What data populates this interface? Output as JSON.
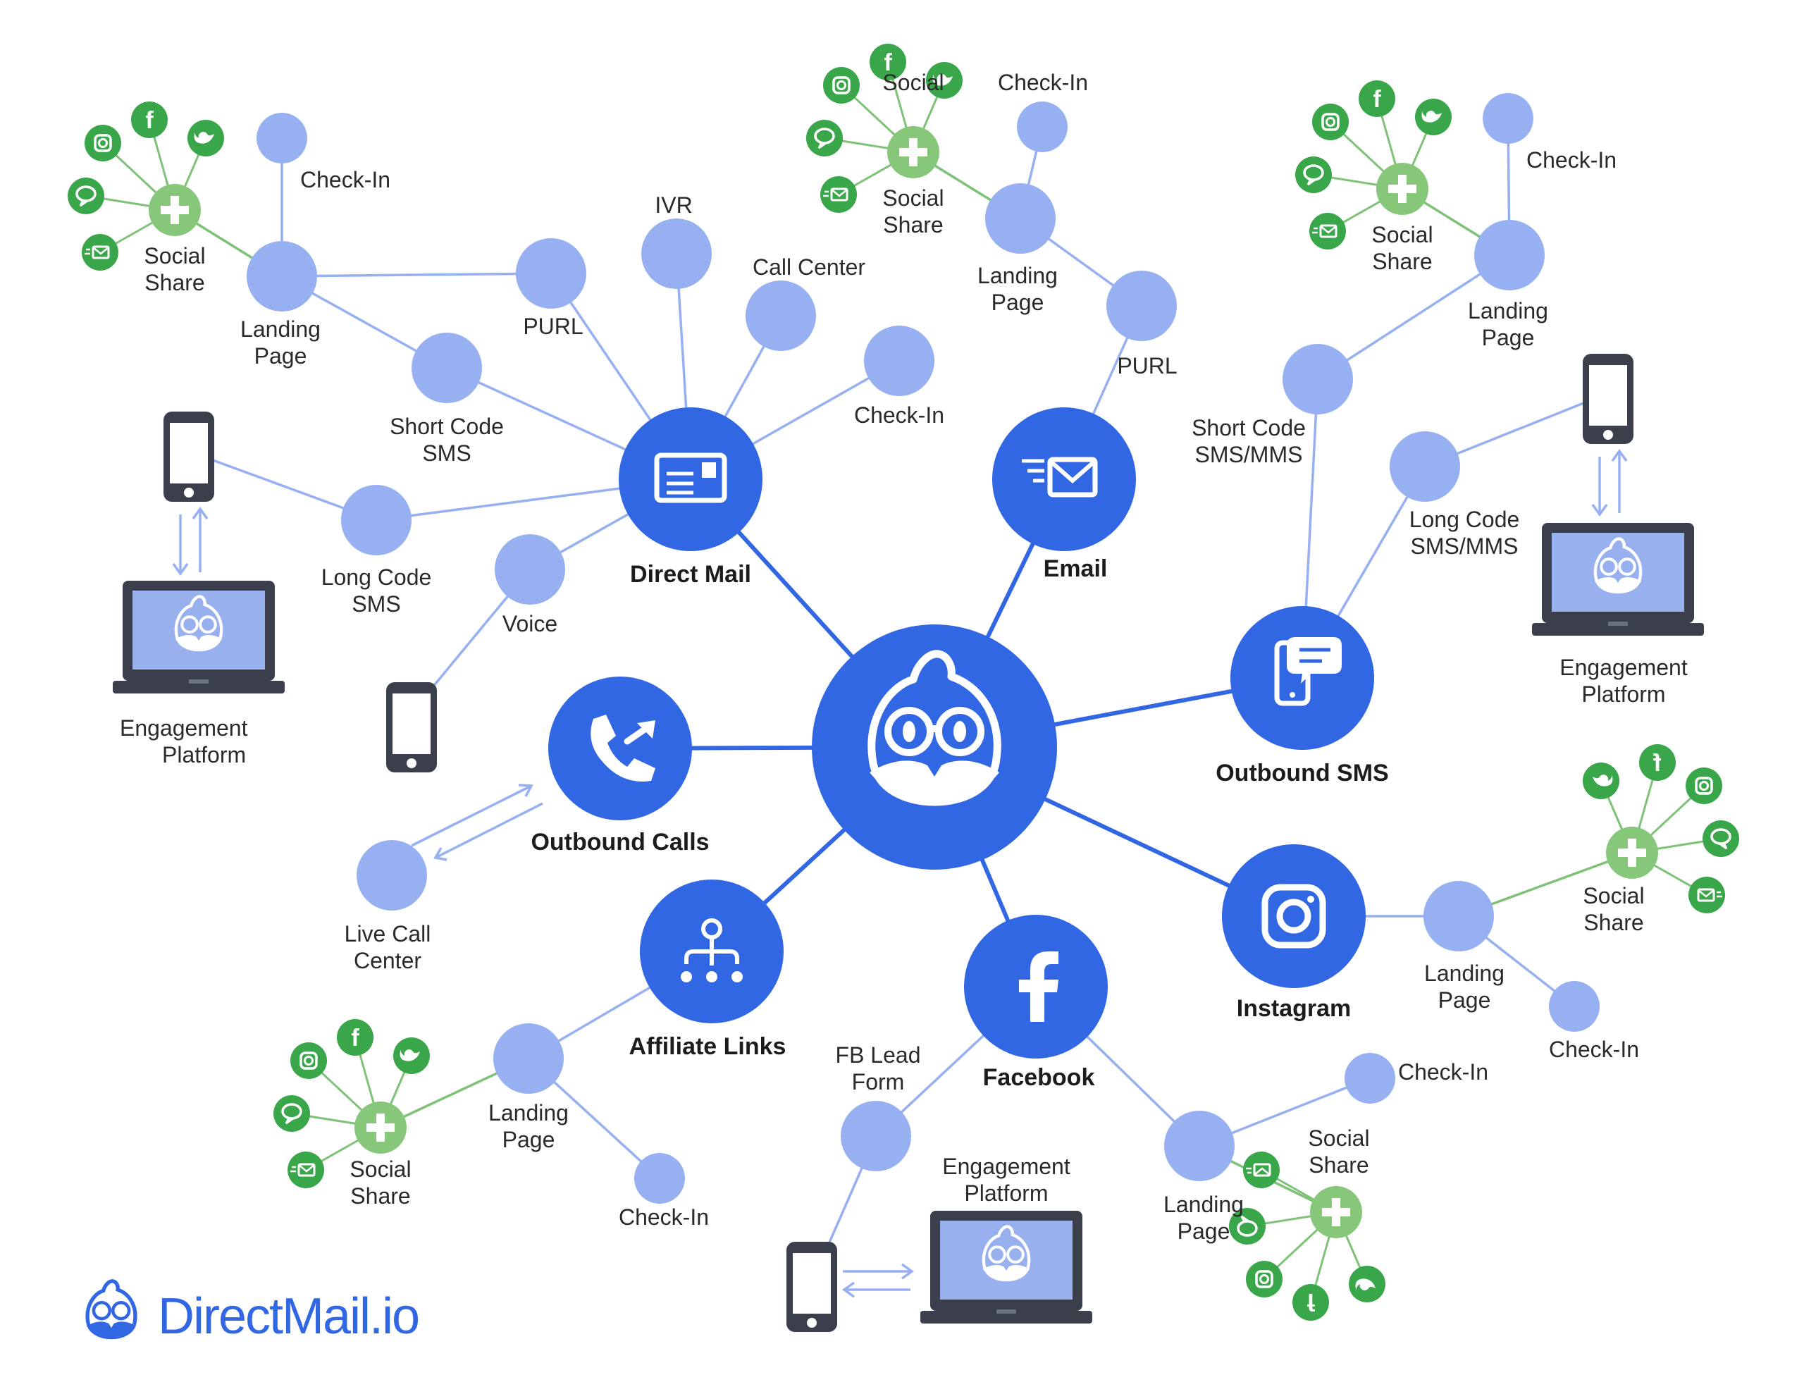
{
  "colors": {
    "primary": "#3167e3",
    "secondary": "#97b0f1",
    "social": "#3aa64a",
    "social_light": "#86c77a",
    "device": "#3a3f4b",
    "screen": "#98b0ee",
    "line_primary": "#3167e3",
    "line_secondary": "#97b0f1",
    "line_social": "#7ec277"
  },
  "brand": {
    "logo_text": "DirectMail.io"
  },
  "labels": {
    "direct_mail": "Direct Mail",
    "email": "Email",
    "outbound_sms": "Outbound SMS",
    "instagram": "Instagram",
    "facebook": "Facebook",
    "affiliate_links": "Affiliate Links",
    "outbound_calls": "Outbound Calls",
    "ivr": "IVR",
    "call_center": "Call Center",
    "purl": "PURL",
    "check_in": "Check-In",
    "landing_1": "Landing",
    "landing_2": "Page",
    "social_1": "Social",
    "social_2": "Share",
    "short_code_1": "Short Code",
    "short_code_sms_2": "SMS",
    "short_code_mms_2": "SMS/MMS",
    "long_code_1": "Long Code",
    "long_code_sms_2": "SMS",
    "long_code_mms_2": "SMS/MMS",
    "voice": "Voice",
    "engagement_1": "Engagement",
    "engagement_2": "Platform",
    "live_call_1": "Live Call",
    "live_call_2": "Center",
    "fb_lead_1": "FB Lead",
    "fb_lead_2": "Form"
  },
  "icons": {
    "hub": "owl-mascot-icon",
    "direct_mail": "postcard-icon",
    "email": "fast-envelope-icon",
    "outbound_sms": "phone-chat-icon",
    "instagram": "instagram-icon",
    "facebook": "facebook-icon",
    "affiliate_links": "network-tree-icon",
    "outbound_calls": "phone-outgoing-icon",
    "social_share": "plus-icon",
    "device_phone": "smartphone-icon",
    "device_laptop": "laptop-icon"
  }
}
